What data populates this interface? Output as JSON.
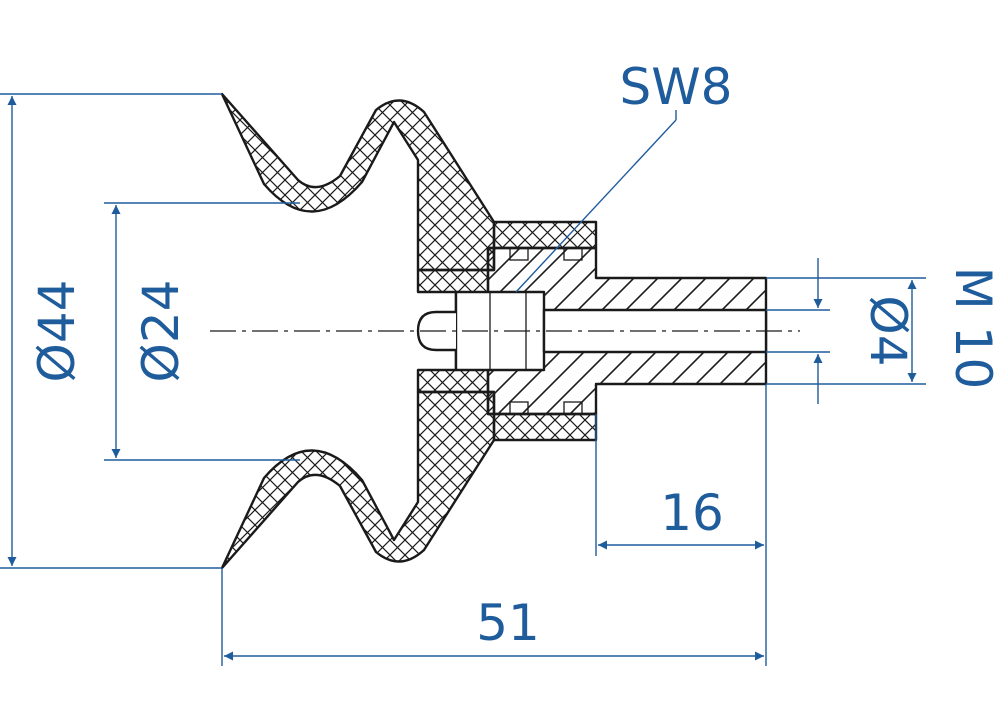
{
  "colors": {
    "dimension": "#1f5c9c",
    "outline": "#1a1a1a",
    "background": "#ffffff"
  },
  "dimensions": {
    "outer_diameter": "Ø44",
    "inner_diameter": "Ø24",
    "wrench_size": "SW8",
    "thread": "M 10",
    "bore": "Ø4",
    "thread_length": "16",
    "total_length": "51"
  }
}
